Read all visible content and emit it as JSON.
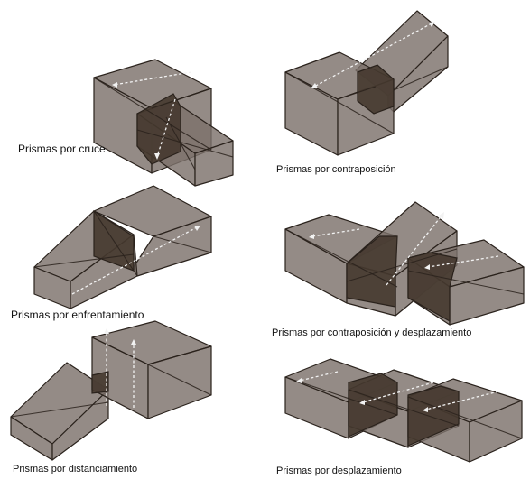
{
  "colors": {
    "face": "#7d716b",
    "intersection": "#45392f",
    "edge": "#2a221c",
    "arrow": "#f2f2f2"
  },
  "captions": {
    "cruce": "Prismas por cruce",
    "contraposicion": "Prismas por contraposición",
    "enfrentamiento": "Prismas por enfrentamiento",
    "contraposicion_desplazamiento": "Prismas por contraposición y desplazamiento",
    "distanciamiento": "Prismas por distanciamiento",
    "desplazamiento": "Prismas por desplazamiento"
  }
}
